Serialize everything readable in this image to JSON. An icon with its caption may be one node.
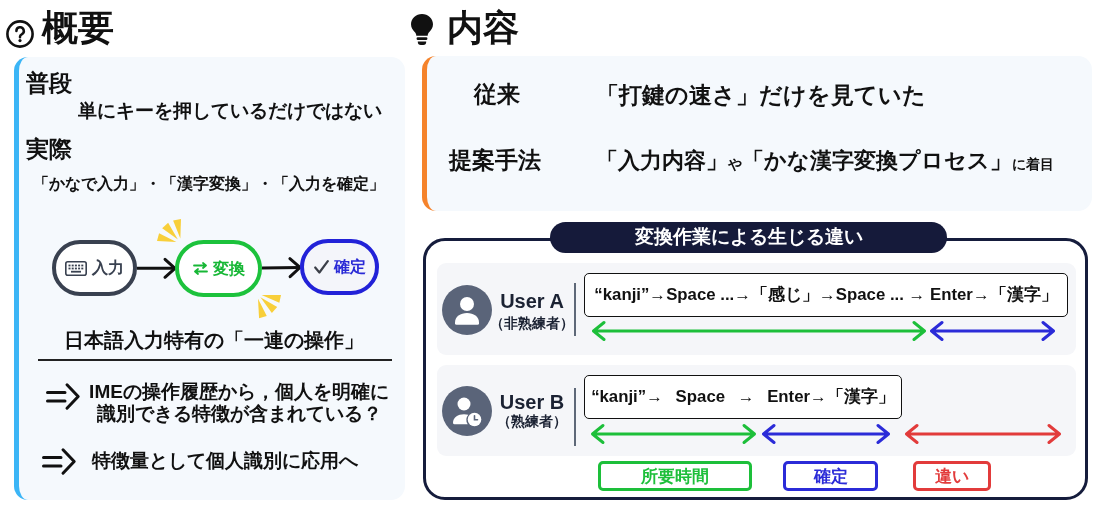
{
  "diagram": {
    "nodes": [
      {
        "text": [
          "概要",
          "普段",
          "単にキーを押しているだけではない",
          "実際",
          "「かなで入力」・「漢字変換」・「入力を確定」",
          "日本語入力特有の「一連の操作」",
          "IMEの操作履歴から，個人を明確に識別できる特徴が含まれている？",
          "特徴量として個人識別に応用へ"
        ]
      },
      {
        "text": [
          "入力"
        ],
        "in": 0
      },
      {
        "text": [
          "変換"
        ],
        "in": 0
      },
      {
        "text": [
          "確定"
        ],
        "in": 0
      },
      {
        "text": [
          "内容",
          "従来",
          "「打鍵の速さ」だけを見ていた",
          "提案手法",
          "「入力内容」$_{や}$「かな漢字変換プロセス」$_{に着目}$"
        ]
      },
      {
        "text": [
          "変換作業による生じる違い"
        ]
      },
      {
        "text": [
          "User A",
          "（非熟練者）"
        ],
        "in": 5
      },
      {
        "text": [
          "“kanji”→Space ...→「感じ」→Space ... → Enter→「漢字」"
        ],
        "in": 6
      },
      {
        "text": [
          "User B",
          "（熟練者）"
        ],
        "in": 5
      },
      {
        "text": [
          "“kanji”→ Space → Enter→「漢字」"
        ],
        "in": 8
      }
    ],
    "edges": [
      {
        "from": 1,
        "to": 2,
        "arrow": "to"
      },
      {
        "from": 2,
        "to": 3,
        "arrow": "to"
      }
    ],
    "legend": [
      {
        "text": "所要時間",
        "color": "#1dbf3a"
      },
      {
        "text": "確定",
        "color": "#2b2bd8"
      },
      {
        "text": "違い",
        "color": "#e23b3b"
      }
    ]
  }
}
